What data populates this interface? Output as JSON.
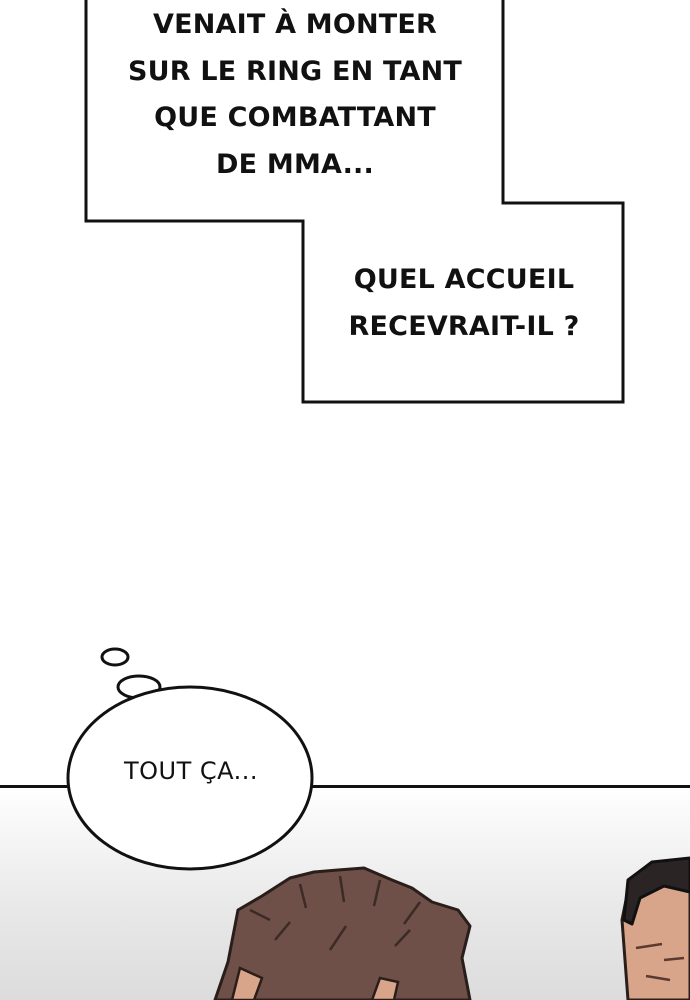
{
  "narration_box": {
    "caption_main": "VENAIT À MONTER\nSUR LE RING EN TANT\nQUE COMBATTANT\nDE MMA...",
    "caption_question": "QUEL ACCUEIL\nRECEVRAIT-IL ?"
  },
  "thought_bubble": {
    "text": "TOUT ÇA..."
  },
  "colors": {
    "ink": "#111111",
    "paper": "#ffffff",
    "hair_brown": "#6e5048",
    "hair_black": "#2a2524",
    "skin": "#d9a58a"
  }
}
